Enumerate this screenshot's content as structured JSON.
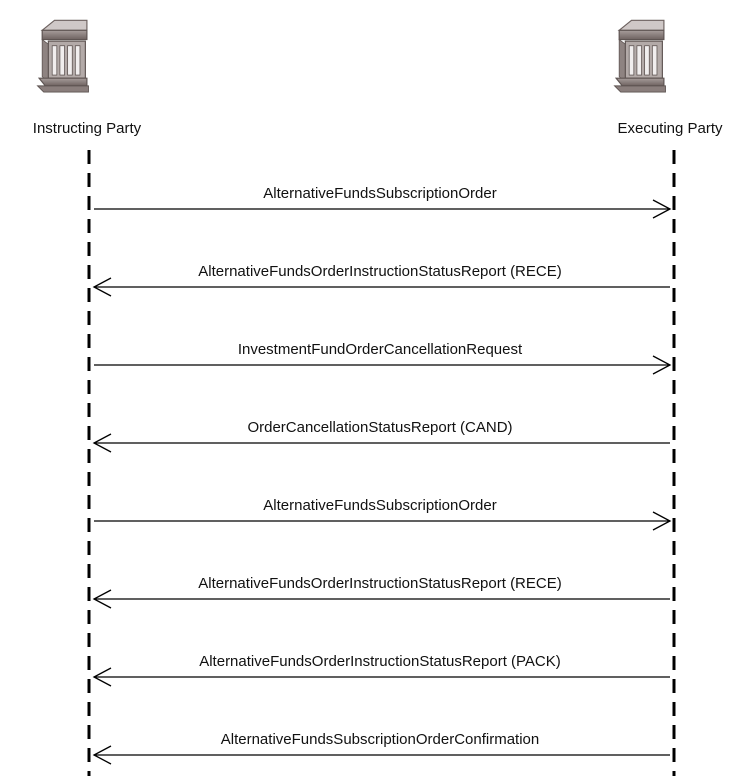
{
  "parties": {
    "left": {
      "label": "Instructing Party",
      "icon": "bank-building-icon"
    },
    "right": {
      "label": "Executing Party",
      "icon": "bank-building-icon"
    }
  },
  "messages": [
    {
      "label": "AlternativeFundsSubscriptionOrder",
      "direction": "right"
    },
    {
      "label": "AlternativeFundsOrderInstructionStatusReport (RECE)",
      "direction": "left"
    },
    {
      "label": "InvestmentFundOrderCancellationRequest",
      "direction": "right"
    },
    {
      "label": "OrderCancellationStatusReport (CAND)",
      "direction": "left"
    },
    {
      "label": "AlternativeFundsSubscriptionOrder",
      "direction": "right"
    },
    {
      "label": "AlternativeFundsOrderInstructionStatusReport (RECE)",
      "direction": "left"
    },
    {
      "label": "AlternativeFundsOrderInstructionStatusReport (PACK)",
      "direction": "left"
    },
    {
      "label": "AlternativeFundsSubscriptionOrderConfirmation",
      "direction": "left"
    }
  ],
  "colors": {
    "icon_dark": "#7b6f6d",
    "icon_light": "#c4bcbb",
    "line": "#000000"
  }
}
